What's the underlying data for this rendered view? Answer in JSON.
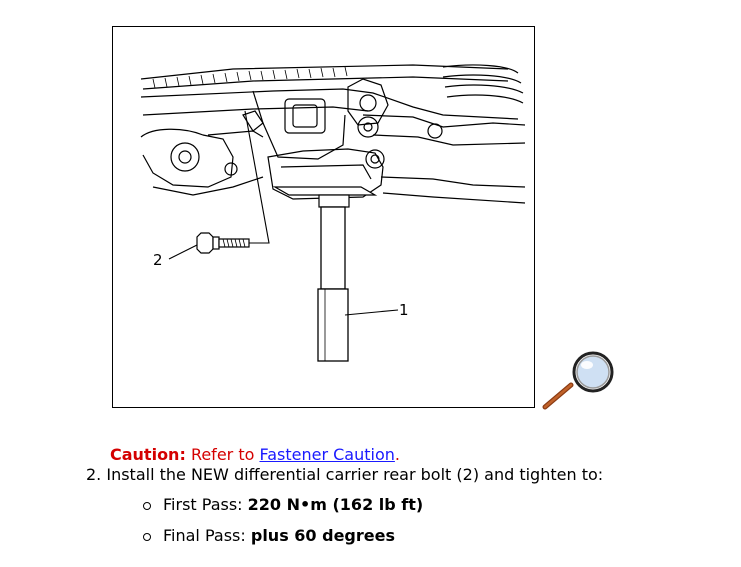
{
  "illustration": {
    "callout_1": "1",
    "callout_2": "2"
  },
  "caution": {
    "label": "Caution:",
    "text": "Refer to",
    "link": "Fastener Caution",
    "end": "."
  },
  "step": {
    "number": "2.",
    "text": "Install the NEW differential carrier rear bolt (2) and tighten to:"
  },
  "passes": [
    {
      "label": "First Pass:",
      "value": "220 N•m (162 lb ft)"
    },
    {
      "label": "Final Pass:",
      "value": "plus 60 degrees"
    }
  ],
  "colors": {
    "caution": "#d40000",
    "link": "#1a1aff"
  },
  "icons": {
    "zoom": "magnifier-icon"
  }
}
